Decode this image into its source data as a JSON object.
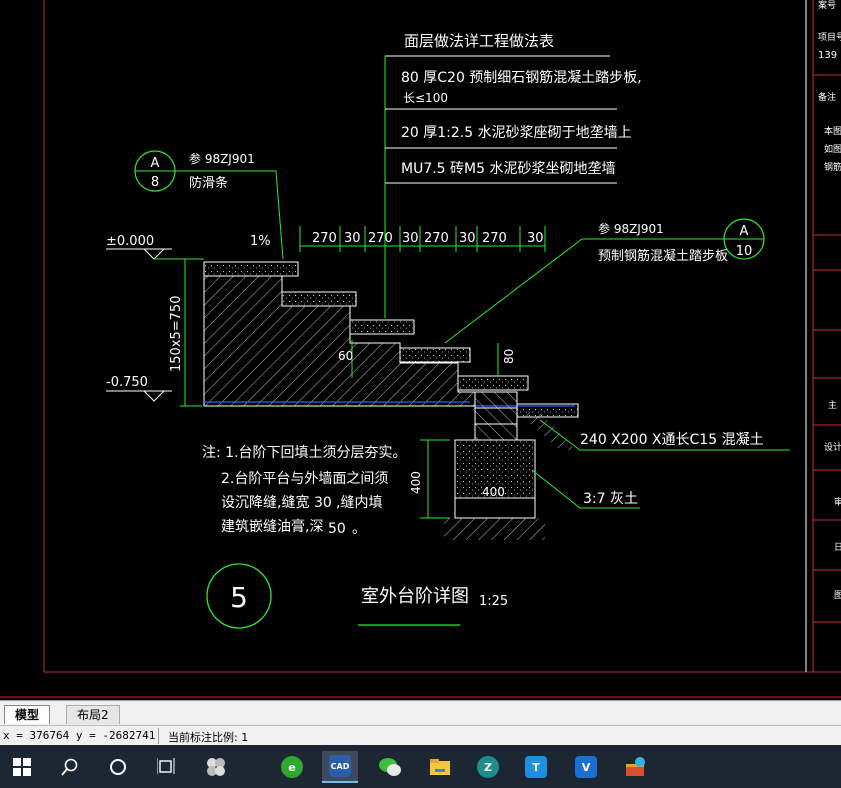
{
  "drawing": {
    "table_title": "面层做法详工程做法表",
    "table_rows": [
      {
        "line1": "80 厚C20 预制细石钢筋混凝土踏步板,",
        "line2": "长≤100"
      },
      {
        "line1": "20 厚1:2.5 水泥砂浆座砌于地垄墙上"
      },
      {
        "line1": "MU7.5 砖M5 水泥砂浆坐砌地垄墙"
      }
    ],
    "ref_left": {
      "circle_top": "A",
      "circle_bottom": "8",
      "text1": "参 98ZJ901",
      "text2": "防滑条"
    },
    "ref_right": {
      "circle_top": "A",
      "circle_bottom": "10",
      "text1": "参 98ZJ901",
      "text2": "预制钢筋混凝土踏步板"
    },
    "elevation_top": "±0.000",
    "elevation_bottom": "-0.750",
    "slope": "1%",
    "dims_top": [
      "270",
      "30",
      "270",
      "30",
      "270",
      "30",
      "270",
      "30"
    ],
    "dim_vertical": "150x5=750",
    "dim_60": "60",
    "dim_80": "80",
    "dim_400v": "400",
    "dim_400h": "400",
    "beam_label": "240 X200 X通长C15 混凝土",
    "soil_label": "3:7 灰土",
    "notes": {
      "n1": "注: 1.台阶下回填土须分层夯实。",
      "n2": "2.台阶平台与外墙面之间须",
      "n3": "设沉降缝,缝宽",
      "n3v": "30",
      "n3b": ",缝内填",
      "n4": "建筑嵌缝油膏,深",
      "n4v": "50",
      "n4b": "。"
    },
    "detail_number": "5",
    "detail_title": "室外台阶详图",
    "detail_scale": "1:25",
    "right_panel": [
      "案号",
      "项目号",
      "139",
      "备注",
      "本图",
      "如图",
      "钢筋",
      "主",
      "设计",
      "审",
      "日",
      "图"
    ]
  },
  "tabs": [
    {
      "label": "模型"
    },
    {
      "label": "布局2"
    }
  ],
  "status": {
    "coords": "x = 376764  y = -2682741",
    "scale_label": "当前标注比例: 1"
  },
  "taskbar": {
    "items": [
      {
        "name": "start-button-icon"
      },
      {
        "name": "search-icon"
      },
      {
        "name": "cortana-icon"
      },
      {
        "name": "task-view-icon"
      },
      {
        "name": "pinwheel-app-icon"
      },
      {
        "name": "browser-icon",
        "label": "e"
      },
      {
        "name": "cad-app-icon",
        "label": "CAD"
      },
      {
        "name": "wechat-icon"
      },
      {
        "name": "file-explorer-icon"
      },
      {
        "name": "pen-app-icon",
        "label": "Z"
      },
      {
        "name": "t-app-icon",
        "label": "T"
      },
      {
        "name": "vs-app-icon",
        "label": "V"
      },
      {
        "name": "toolbox-icon"
      }
    ]
  }
}
